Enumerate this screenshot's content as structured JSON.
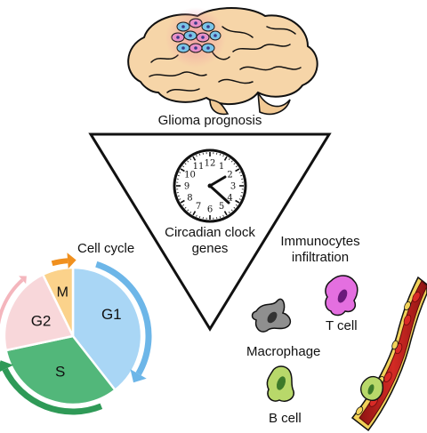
{
  "labels": {
    "glioma": "Glioma prognosis",
    "clock_line1": "Circadian clock",
    "clock_line2": "genes",
    "cell_cycle": "Cell cycle",
    "immuno_line1": "Immunocytes",
    "immuno_line2": "infiltration",
    "macrophage": "Macrophage",
    "t_cell": "T cell",
    "b_cell": "B cell"
  },
  "clock": {
    "numbers": [
      "12",
      "1",
      "2",
      "3",
      "4",
      "5",
      "6",
      "7",
      "8",
      "9",
      "10",
      "11"
    ]
  },
  "cell_cycle_phases": [
    "G1",
    "S",
    "G2",
    "M"
  ],
  "colors": {
    "g1": "#a9d6f5",
    "s": "#52b77a",
    "g2": "#f8d7da",
    "m": "#fbd28b",
    "arrow_g1": "#6db6e8",
    "arrow_s": "#2f9a57",
    "arrow_g2": "#f4b6bd",
    "arrow_m": "#f0901f",
    "brain": "#f6d5a8",
    "vessel": "#c8201e",
    "vessel_edge": "#f0d060",
    "t_cell": "#e46fe0",
    "macrophage": "#8f8f8f",
    "b_cell": "#b8d86a"
  }
}
